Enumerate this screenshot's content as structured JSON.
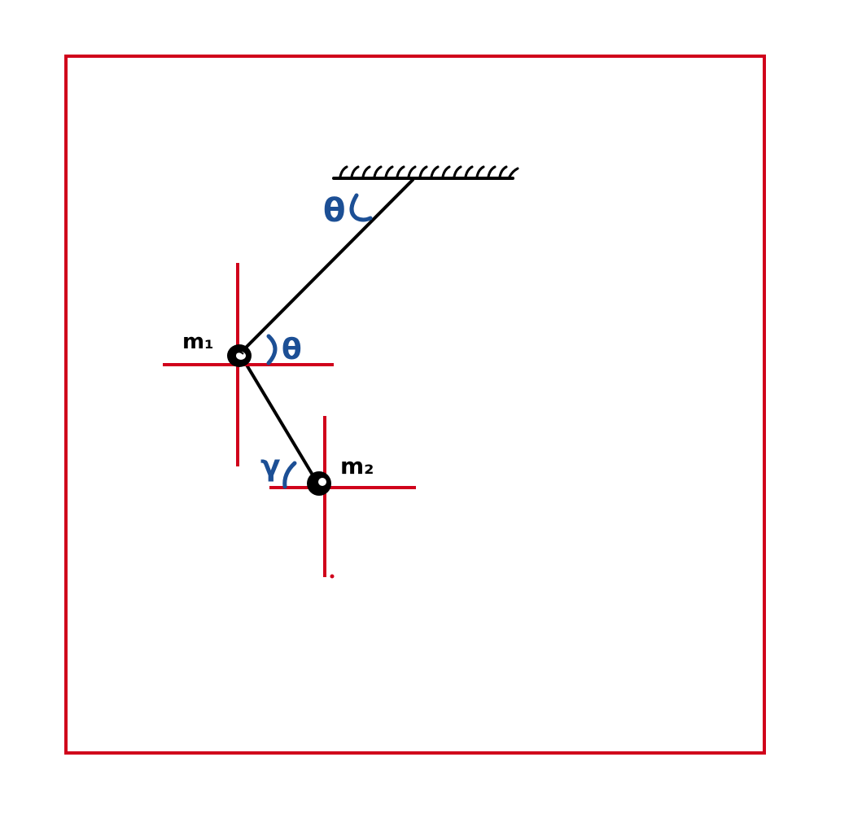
{
  "colors": {
    "frame": "#d0021b",
    "axis": "#d0021b",
    "rod": "#000000",
    "angle": "#1c4f95",
    "ink": "#000000",
    "background": "#ffffff"
  },
  "labels": {
    "mass1": "m₁",
    "mass2": "m₂",
    "angle_theta_top": "θ",
    "angle_theta_mass1": "θ",
    "angle_gamma": "γ"
  }
}
